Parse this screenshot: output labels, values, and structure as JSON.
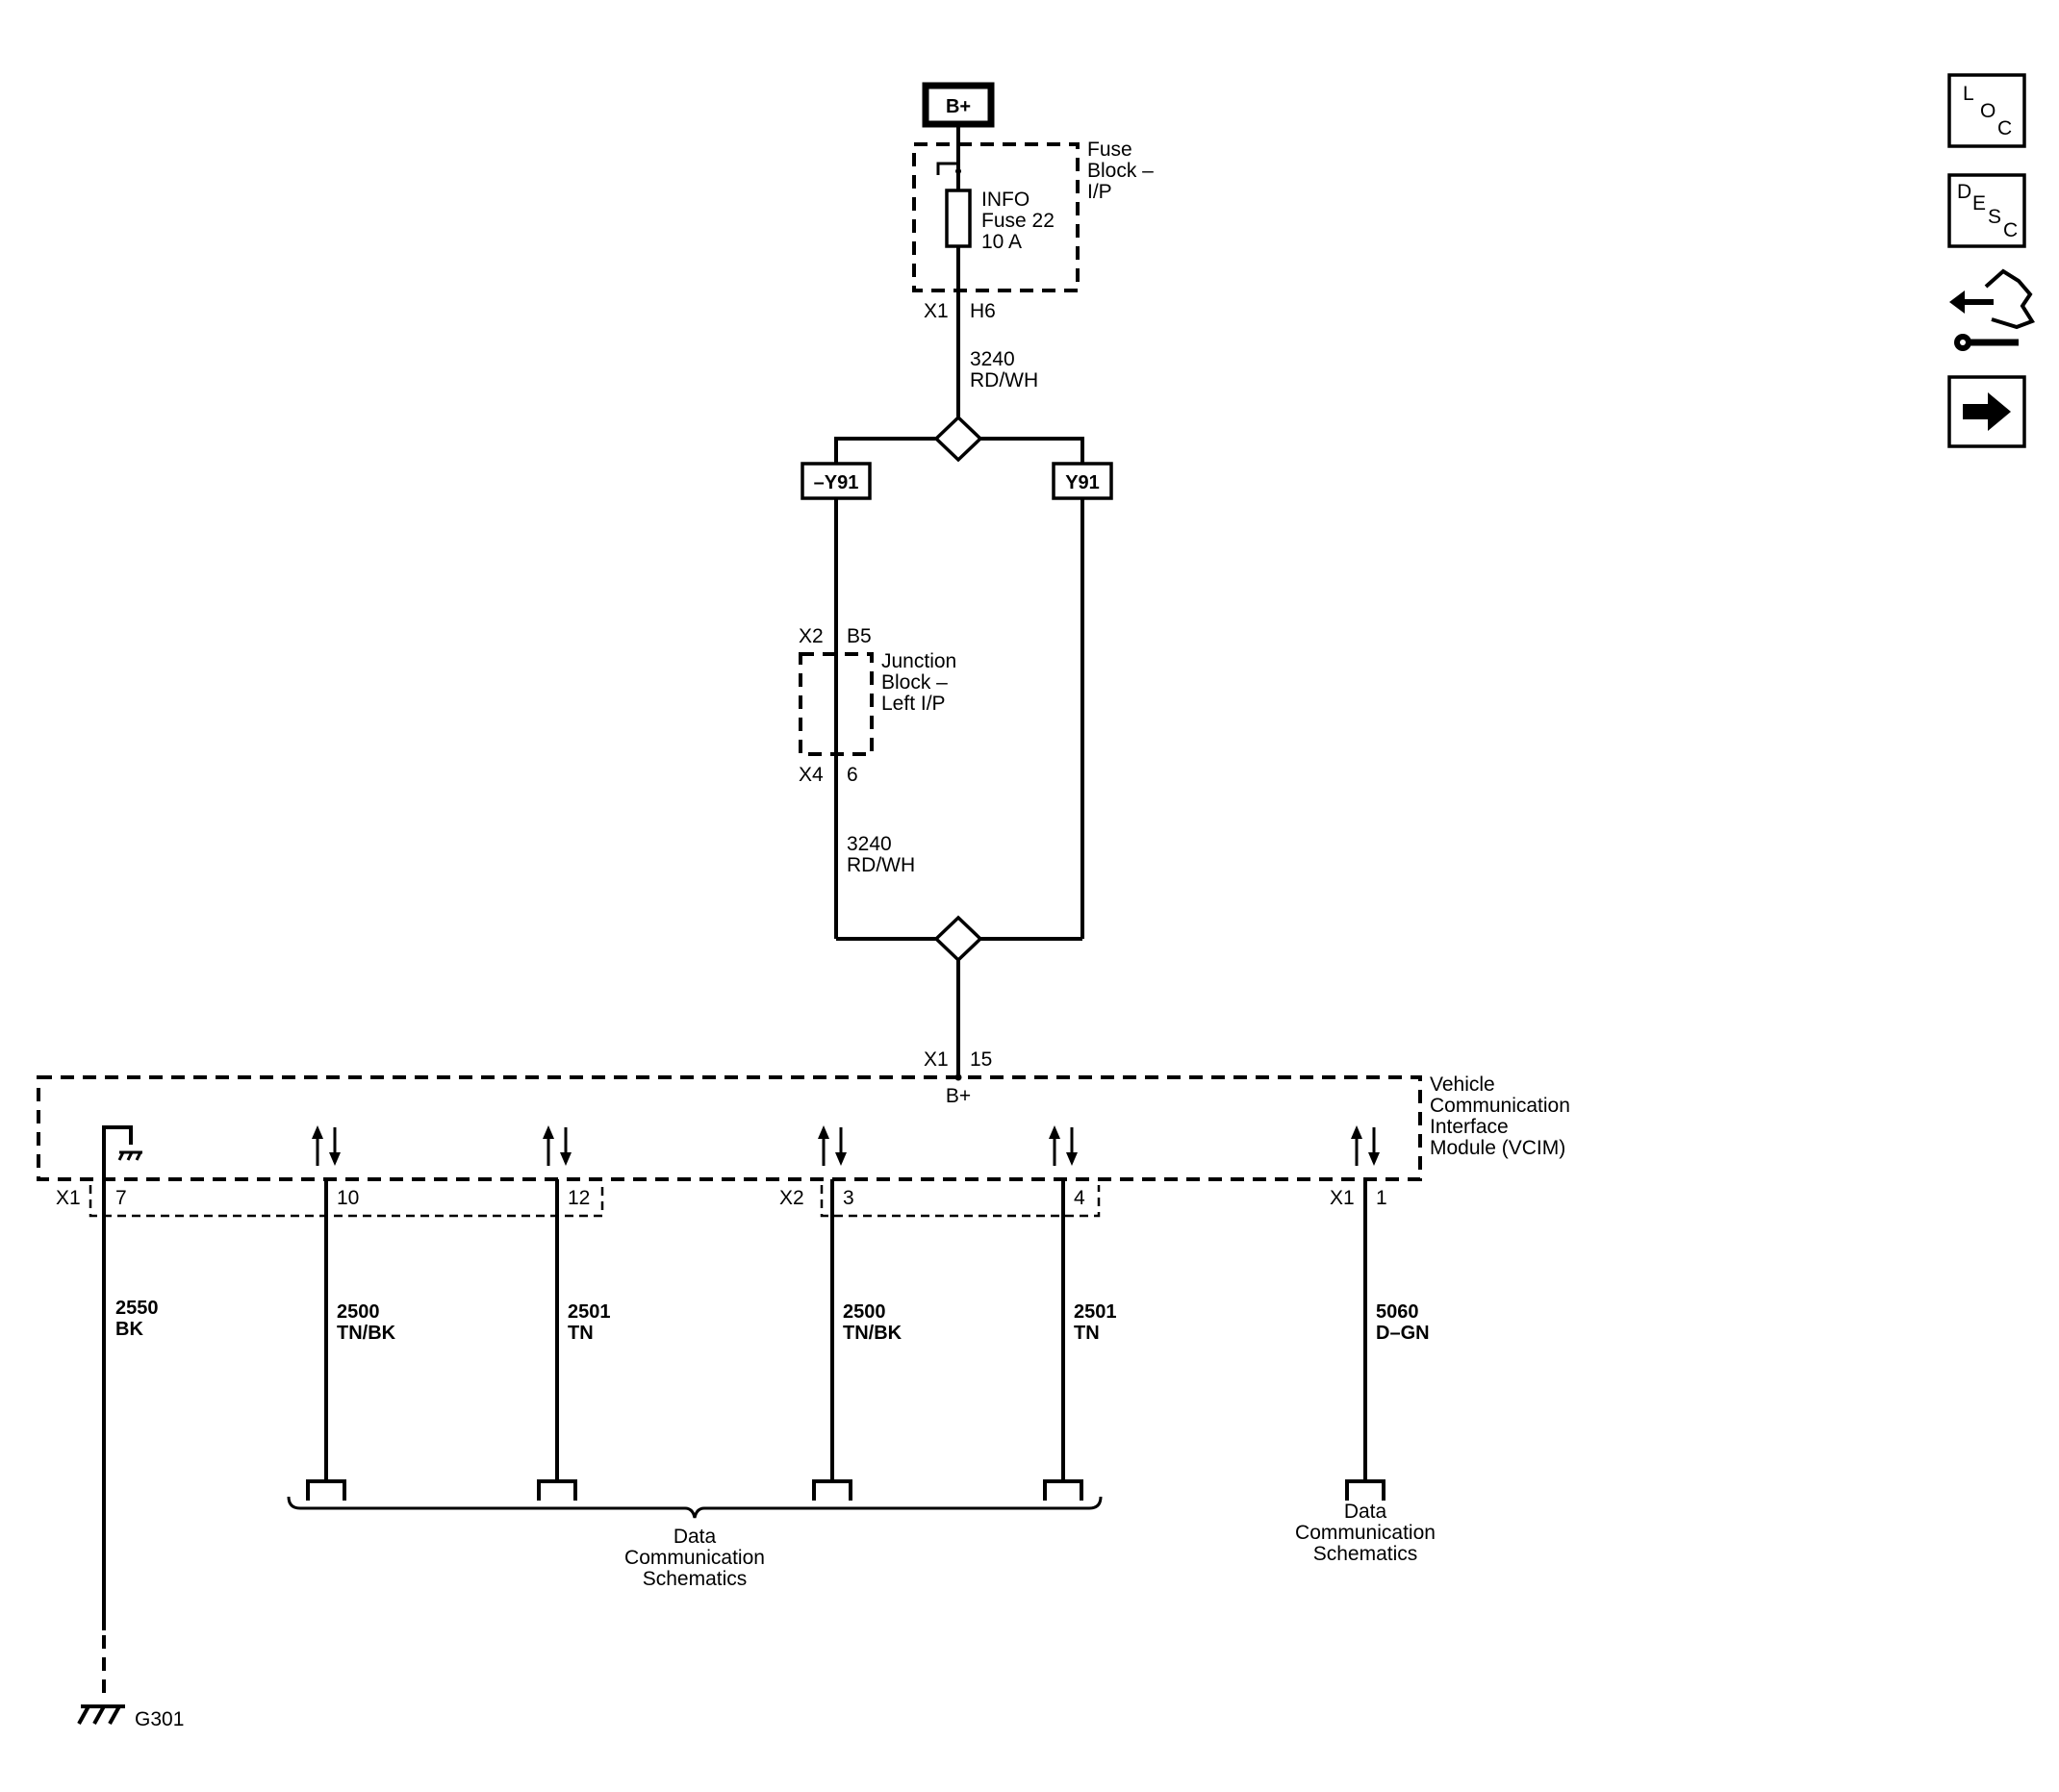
{
  "battery": {
    "label": "B+"
  },
  "fuse_block": {
    "name_lines": [
      "Fuse",
      "Block –",
      "I/P"
    ],
    "fuse_lines": [
      "INFO",
      "Fuse 22",
      "10 A"
    ],
    "connector": "X1",
    "pin": "H6"
  },
  "wire_top": {
    "circuit": "3240",
    "color": "RD/WH"
  },
  "splice_top": {
    "left_option": "–Y91",
    "right_option": "Y91"
  },
  "junction_block": {
    "name_lines": [
      "Junction",
      "Block –",
      "Left I/P"
    ],
    "top_connector": "X2",
    "top_pin": "B5",
    "bottom_connector": "X4",
    "bottom_pin": "6"
  },
  "wire_mid": {
    "circuit": "3240",
    "color": "RD/WH"
  },
  "vcim_power": {
    "connector": "X1",
    "pin": "15",
    "terminal": "B+"
  },
  "vcim": {
    "name_lines": [
      "Vehicle",
      "Communication",
      "Interface",
      "Module (VCIM)"
    ]
  },
  "vcim_pins": [
    {
      "connector": "X1",
      "pin": "7",
      "circuit": "2550",
      "color": "BK"
    },
    {
      "connector": "",
      "pin": "10",
      "circuit": "2500",
      "color": "TN/BK"
    },
    {
      "connector": "",
      "pin": "12",
      "circuit": "2501",
      "color": "TN"
    },
    {
      "connector": "X2",
      "pin": "3",
      "circuit": "2500",
      "color": "TN/BK"
    },
    {
      "connector": "",
      "pin": "4",
      "circuit": "2501",
      "color": "TN"
    },
    {
      "connector": "X1",
      "pin": "1",
      "circuit": "5060",
      "color": "D–GN"
    }
  ],
  "data_comm_left": {
    "lines": [
      "Data",
      "Communication",
      "Schematics"
    ]
  },
  "data_comm_right": {
    "lines": [
      "Data",
      "Communication",
      "Schematics"
    ]
  },
  "ground": {
    "label": "G301"
  },
  "side_icons": {
    "loc": [
      "L",
      "O",
      "C"
    ],
    "desc": [
      "D",
      "E",
      "S",
      "C"
    ],
    "connector_icon": "connector-tool-icon",
    "next_icon": "arrow-right-icon"
  }
}
